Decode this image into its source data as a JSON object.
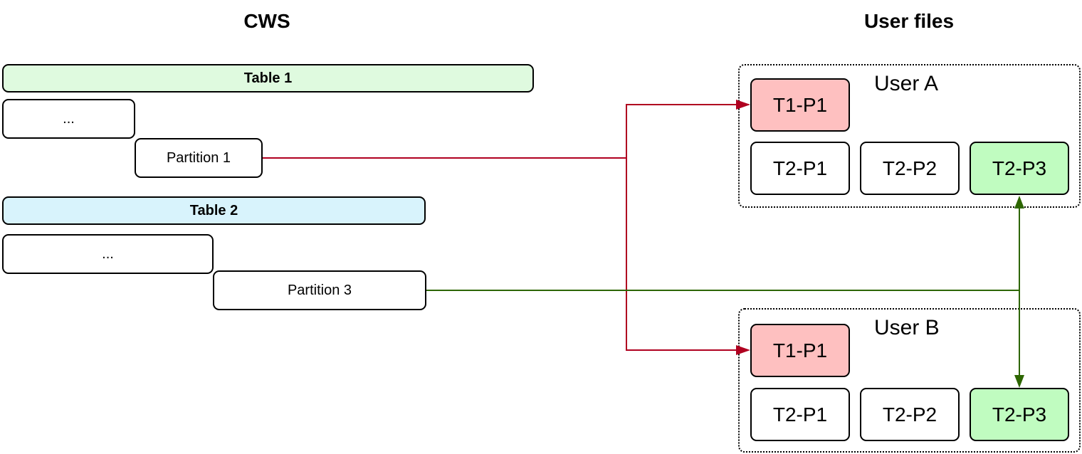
{
  "headings": {
    "left": "CWS",
    "right": "User files"
  },
  "colors": {
    "table1_fill": "#dffadf",
    "table2_fill": "#d8f3fc",
    "red_fill": "#fec0c0",
    "green_fill": "#c0fcc0",
    "red_arrow": "#b00020",
    "green_arrow": "#2d6600"
  },
  "cws": {
    "table1": {
      "label": "Table 1",
      "ellipsis": "...",
      "partition": "Partition 1"
    },
    "table2": {
      "label": "Table 2",
      "ellipsis": "...",
      "partition": "Partition 3"
    }
  },
  "users": [
    {
      "label": "User A",
      "t1": "T1-P1",
      "files": [
        "T2-P1",
        "T2-P2",
        "T2-P3"
      ]
    },
    {
      "label": "User B",
      "t1": "T1-P1",
      "files": [
        "T2-P1",
        "T2-P2",
        "T2-P3"
      ]
    }
  ],
  "connections": [
    {
      "from": "Partition 1",
      "to": [
        "User A T1-P1",
        "User B T1-P1"
      ],
      "color": "red"
    },
    {
      "from": "Partition 3",
      "to": [
        "User A T2-P3",
        "User B T2-P3"
      ],
      "color": "green"
    }
  ]
}
